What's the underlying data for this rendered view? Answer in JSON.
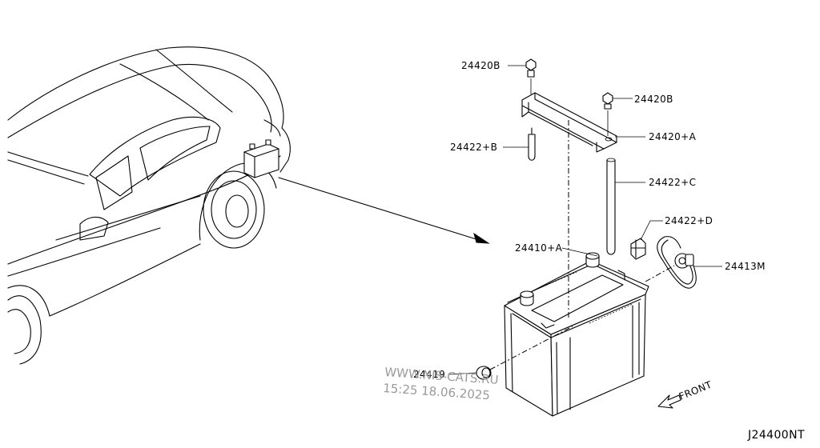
{
  "diagram": {
    "code": "J24400NT",
    "front_label": "FRONT",
    "watermark_line1": "WWW.NIS-CATS.RU",
    "watermark_line2": "15:25 18.06.2025",
    "parts": [
      {
        "id": "24420B_top",
        "label": "24420B"
      },
      {
        "id": "24420B_right",
        "label": "24420B"
      },
      {
        "id": "24422B",
        "label": "24422+B"
      },
      {
        "id": "24420A",
        "label": "24420+A"
      },
      {
        "id": "24422C",
        "label": "24422+C"
      },
      {
        "id": "24422D",
        "label": "24422+D"
      },
      {
        "id": "24410A",
        "label": "24410+A"
      },
      {
        "id": "24413M",
        "label": "24413M"
      },
      {
        "id": "24419",
        "label": "24419"
      }
    ]
  }
}
